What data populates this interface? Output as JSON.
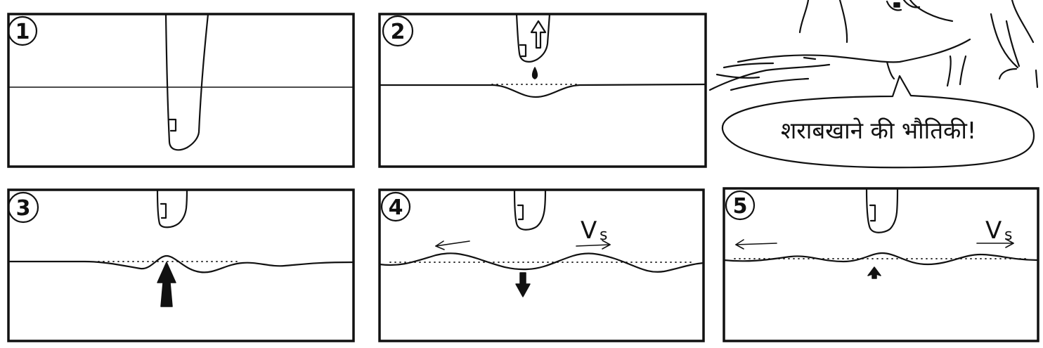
{
  "panels": [
    {
      "number": "1"
    },
    {
      "number": "2"
    },
    {
      "number": "3"
    },
    {
      "number": "4",
      "velocity_label": "V",
      "velocity_sub": "s"
    },
    {
      "number": "5",
      "velocity_label": "V",
      "velocity_sub": "s"
    }
  ],
  "speech_bubble": {
    "text": "शराबखाने की भौतिकी!"
  }
}
